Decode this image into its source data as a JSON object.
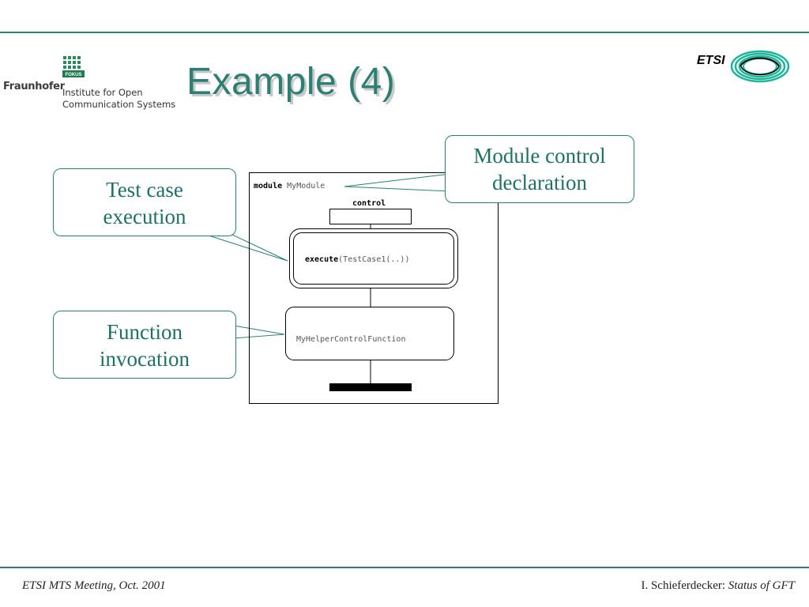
{
  "header": {
    "brand": "Fraunhofer",
    "logo_text": "FOKUS",
    "institute_line1": "Institute for Open",
    "institute_line2": "Communication Systems",
    "title": "Example (4)",
    "etsi_logo_text": "ETSI"
  },
  "diagram": {
    "module_keyword": "module",
    "module_name": "MyModule",
    "control_label": "control",
    "execute_keyword": "execute",
    "execute_args": "(TestCase1(..))",
    "function_name": "MyHelperControlFunction"
  },
  "callouts": {
    "module_control_line1": "Module control",
    "module_control_line2": "declaration",
    "test_case_line1": "Test case",
    "test_case_line2": "execution",
    "function_line1": "Function",
    "function_line2": "invocation"
  },
  "footer": {
    "left": "ETSI MTS Meeting, Oct. 2001",
    "author": "I. Schieferdecker: ",
    "subject": "Status of GFT"
  },
  "colors": {
    "accent": "#2a8074",
    "title": "#2c7f72",
    "callout_text": "#1f7166"
  }
}
